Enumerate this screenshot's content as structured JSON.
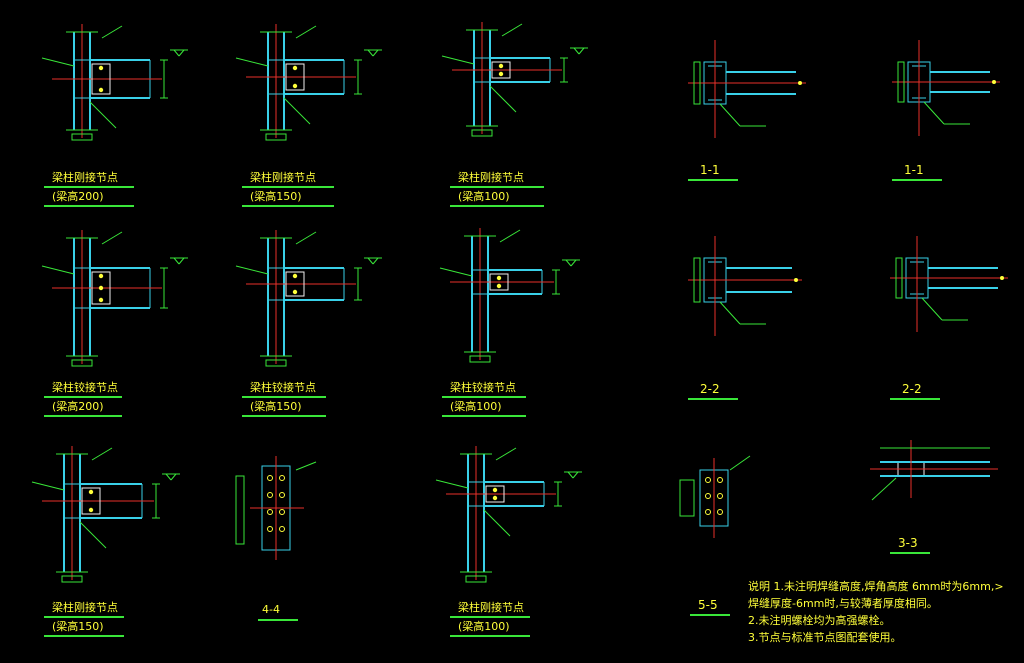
{
  "drawing": {
    "row1": [
      {
        "title": "梁柱刚接节点",
        "subtitle": "(梁高200)"
      },
      {
        "title": "梁柱刚接节点",
        "subtitle": "(梁高150)"
      },
      {
        "title": "梁柱刚接节点",
        "subtitle": "(梁高100)"
      }
    ],
    "row2": [
      {
        "title": "梁柱铰接节点",
        "subtitle": "(梁高200)"
      },
      {
        "title": "梁柱铰接节点",
        "subtitle": "(梁高150)"
      },
      {
        "title": "梁柱铰接节点",
        "subtitle": "(梁高100)"
      }
    ],
    "row3": [
      {
        "title": "梁柱刚接节点",
        "subtitle": "(梁高150)"
      },
      {
        "title": "4-4",
        "subtitle": ""
      },
      {
        "title": "梁柱刚接节点",
        "subtitle": "(梁高100)"
      }
    ],
    "sections": {
      "s1a": "1-1",
      "s1b": "1-1",
      "s2a": "2-2",
      "s2b": "2-2",
      "s5": "5-5",
      "s3": "3-3"
    },
    "notes": [
      "说明 1.未注明焊缝高度,焊角高度  6mm时为6mm,>",
      "     焊缝厚度-6mm时,与较薄者厚度相同。",
      "     2.未注明螺栓均为高强螺栓。",
      "     3.节点与标准节点图配套使用。"
    ],
    "colors": {
      "background": "#000000",
      "steel": "#39d0e8",
      "axis": "#e8312a",
      "dim": "#39e639",
      "text": "#ffff3a",
      "plate": "#f0f0f0"
    }
  }
}
